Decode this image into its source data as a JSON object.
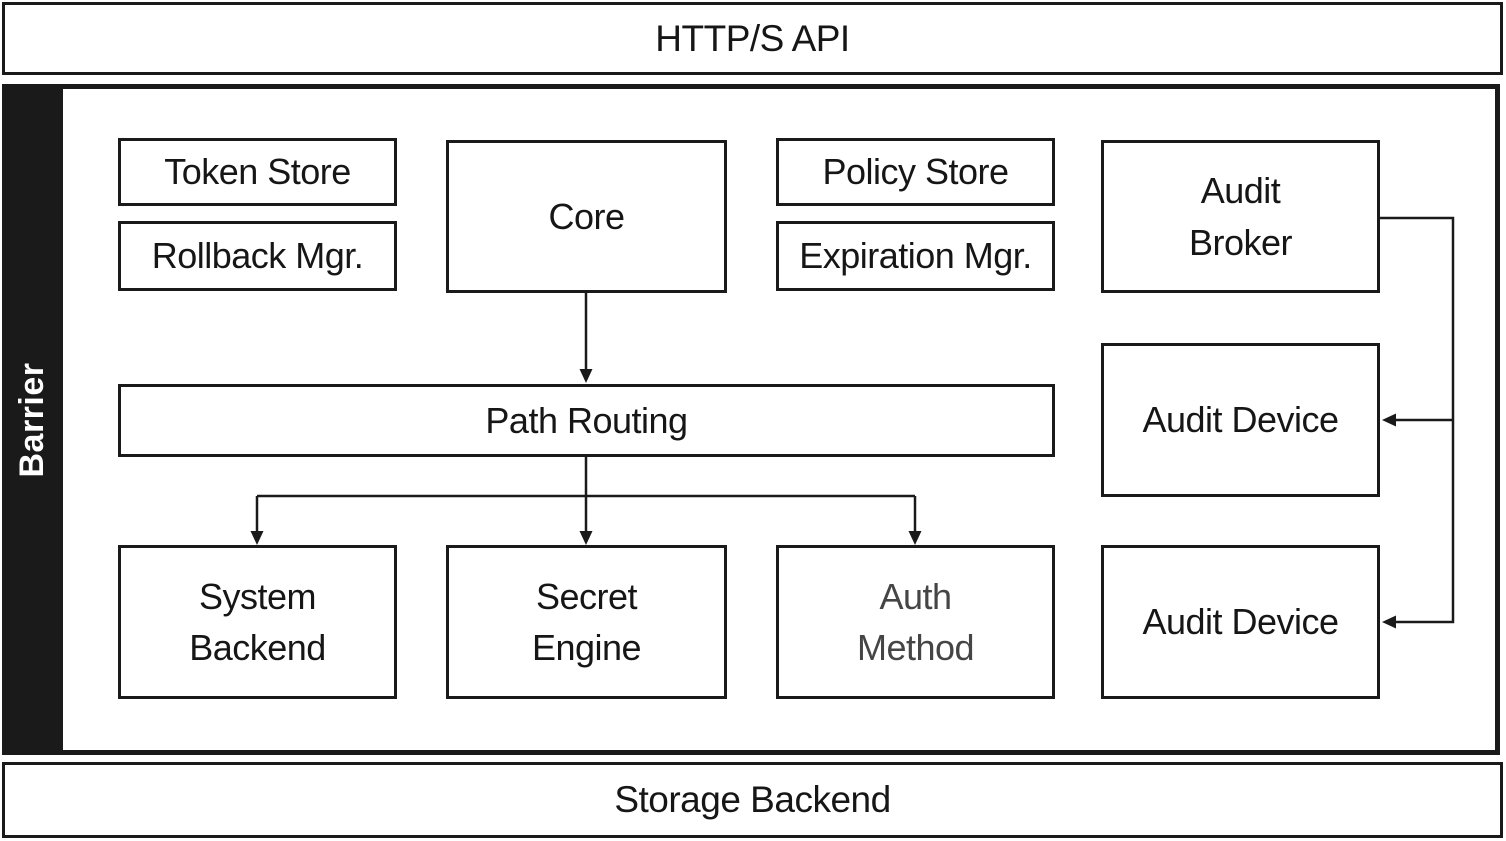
{
  "diagram": {
    "api_banner": "HTTP/S API",
    "barrier_label": "Barrier",
    "storage_banner": "Storage Backend",
    "nodes": {
      "token_store": "Token Store",
      "rollback_mgr": "Rollback Mgr.",
      "core": "Core",
      "policy_store": "Policy Store",
      "expiration_mgr": "Expiration Mgr.",
      "audit_broker": "Audit\nBroker",
      "path_routing": "Path Routing",
      "audit_device_top": "Audit Device",
      "system_backend": "System\nBackend",
      "secret_engine": "Secret\nEngine",
      "auth_method": "Auth\nMethod",
      "audit_device_bottom": "Audit Device"
    },
    "colors": {
      "line": "#1a1a1a",
      "ink": "#161616",
      "muted_text": "#454545",
      "background": "#ffffff"
    }
  }
}
